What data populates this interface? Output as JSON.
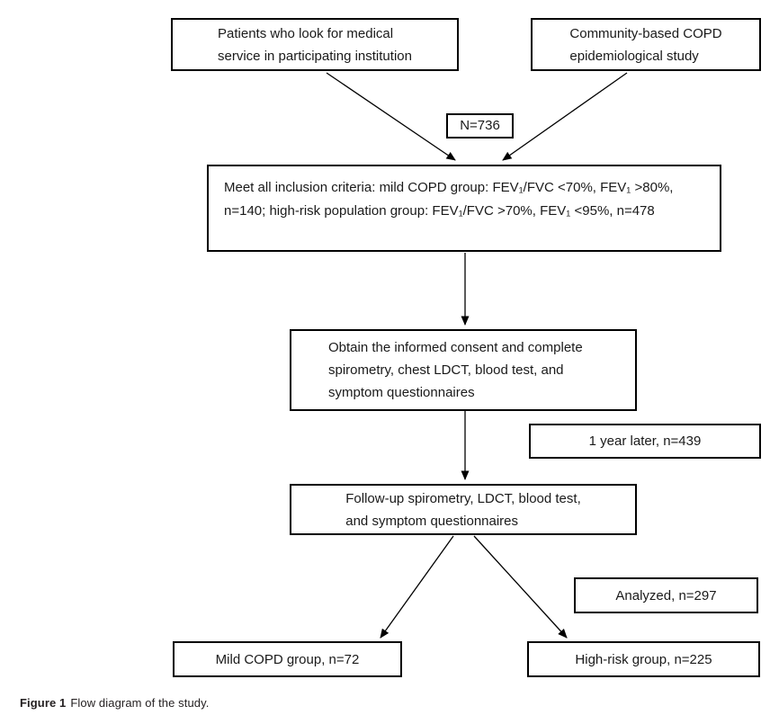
{
  "figure": {
    "caption_label": "Figure 1",
    "caption_text": "Flow diagram of the study."
  },
  "colors": {
    "line": "#000000",
    "background": "#ffffff",
    "text": "#1a1a1a",
    "caption": "#231f20"
  },
  "nodes": {
    "patients": {
      "lines": [
        "Patients who look for medical",
        "service in participating institution"
      ]
    },
    "community": {
      "lines": [
        "Community-based COPD",
        "epidemiological study"
      ]
    },
    "n736": {
      "lines": [
        "N=736"
      ]
    },
    "criteria": {
      "lines": [
        "Meet all inclusion criteria: mild COPD group: FEV₁/FVC <70%, FEV₁ >80%,",
        "n=140; high-risk population group: FEV₁/FVC >70%, FEV₁ <95%, n=478"
      ]
    },
    "consent": {
      "lines": [
        "Obtain the informed consent and complete",
        "spirometry, chest LDCT, blood test, and",
        "symptom questionnaires"
      ]
    },
    "one_year": {
      "lines": [
        "1 year later, n=439"
      ]
    },
    "followup": {
      "lines": [
        "Follow-up spirometry, LDCT, blood test,",
        "and symptom questionnaires"
      ]
    },
    "analyzed": {
      "lines": [
        "Analyzed, n=297"
      ]
    },
    "mild": {
      "lines": [
        "Mild COPD group, n=72"
      ]
    },
    "highrisk": {
      "lines": [
        "High-risk group, n=225"
      ]
    }
  },
  "edges": [
    {
      "from": "patients",
      "to": "criteria"
    },
    {
      "from": "community",
      "to": "criteria"
    },
    {
      "from": "criteria",
      "to": "consent"
    },
    {
      "from": "consent",
      "to": "followup"
    },
    {
      "from": "followup",
      "to": "mild"
    },
    {
      "from": "followup",
      "to": "highrisk"
    }
  ]
}
